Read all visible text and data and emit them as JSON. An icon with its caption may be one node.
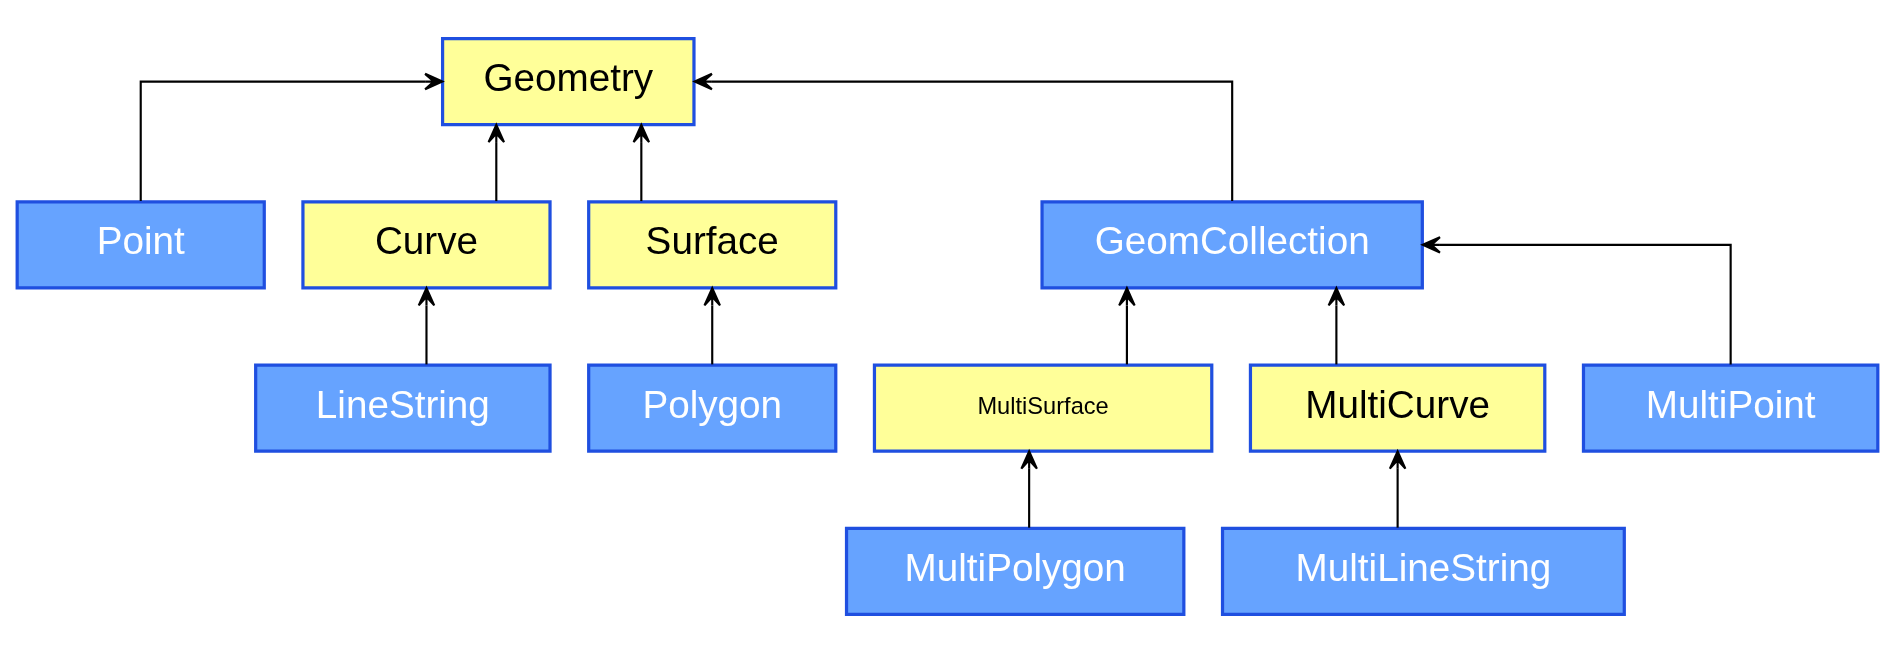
{
  "diagram": {
    "nodes": [
      {
        "text": [
          "Geometry"
        ]
      },
      {
        "text": [
          "Point"
        ]
      },
      {
        "text": [
          "Curve"
        ]
      },
      {
        "text": [
          "Surface"
        ]
      },
      {
        "text": [
          "GeomCollection"
        ]
      },
      {
        "text": [
          "LineString"
        ]
      },
      {
        "text": [
          "Polygon"
        ]
      },
      {
        "text": [
          "MultiSurface"
        ]
      },
      {
        "text": [
          "MultiCurve"
        ]
      },
      {
        "text": [
          "MultiPoint"
        ]
      },
      {
        "text": [
          "MultiPolygon"
        ]
      },
      {
        "text": [
          "MultiLineString"
        ]
      }
    ],
    "edges": [
      {
        "from": 1,
        "to": 0,
        "arrow": "to"
      },
      {
        "from": 2,
        "to": 0,
        "arrow": "to"
      },
      {
        "from": 3,
        "to": 0,
        "arrow": "to"
      },
      {
        "from": 4,
        "to": 0,
        "arrow": "to"
      },
      {
        "from": 5,
        "to": 2,
        "arrow": "to"
      },
      {
        "from": 6,
        "to": 3,
        "arrow": "to"
      },
      {
        "from": 7,
        "to": 4,
        "arrow": "to"
      },
      {
        "from": 8,
        "to": 4,
        "arrow": "to"
      },
      {
        "from": 9,
        "to": 4,
        "arrow": "to"
      },
      {
        "from": 10,
        "to": 7,
        "arrow": "to"
      },
      {
        "from": 11,
        "to": 8,
        "arrow": "to"
      }
    ]
  }
}
